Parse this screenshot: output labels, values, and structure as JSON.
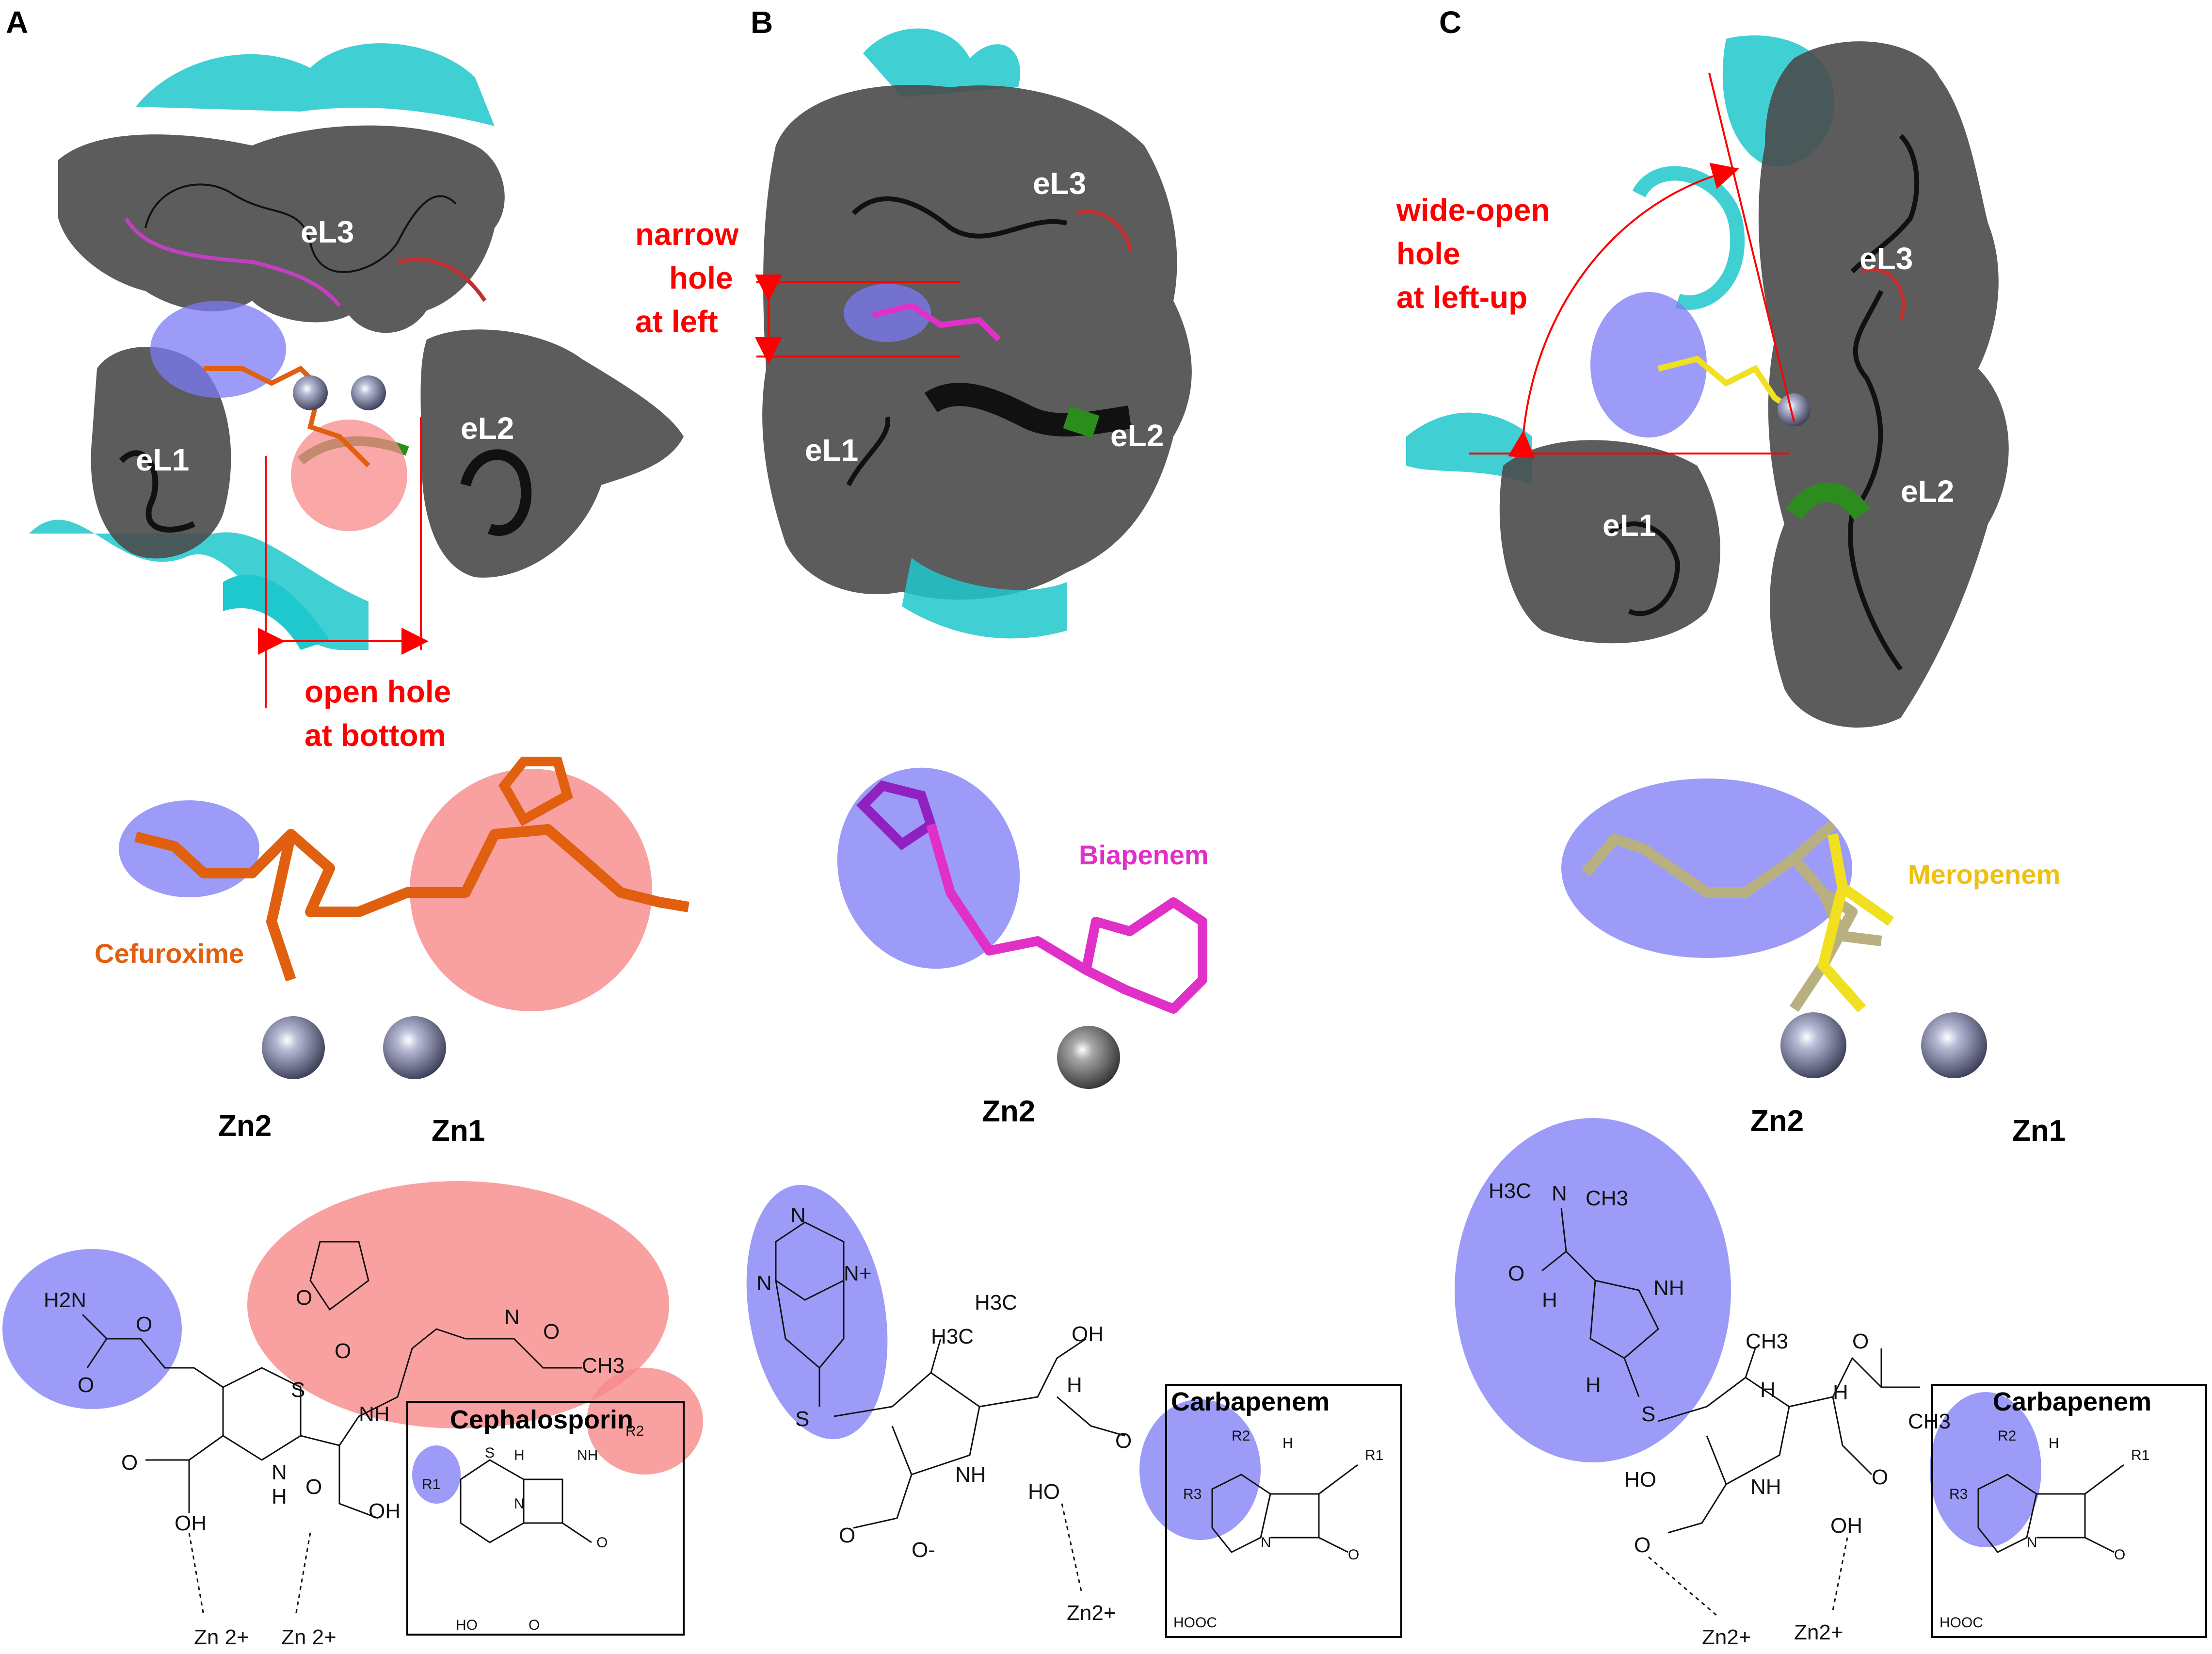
{
  "panels": {
    "a": {
      "letter": "A",
      "loops": {
        "el1": "eL1",
        "el2": "eL2",
        "el3": "eL3"
      },
      "note_line1": "open hole",
      "note_line2": "at bottom",
      "drug_name": "Cefuroxime",
      "zn_left": "Zn2",
      "zn_right": "Zn1",
      "core_title": "Cephalosporin",
      "chem": {
        "h2n": "H2N",
        "o": "O",
        "s": "S",
        "n": "N",
        "nh": "NH",
        "h": "H",
        "ch3": "CH3",
        "oh": "OH",
        "zn_charge": "Zn 2+"
      },
      "core_chem": {
        "r1": "R1",
        "r2": "R2",
        "s": "S",
        "h": "H",
        "nh": "NH",
        "n": "N",
        "o": "O",
        "ho": "HO",
        "oh": "O"
      }
    },
    "b": {
      "letter": "B",
      "loops": {
        "el1": "eL1",
        "el2": "eL2",
        "el3": "eL3"
      },
      "note_line1": "narrow",
      "note_line2": "hole",
      "note_line3": "at left",
      "drug_name": "Biapenem",
      "zn_left": "Zn2",
      "core_title": "Carbapenem",
      "chem": {
        "n": "N",
        "nplus": "N+",
        "s": "S",
        "h3c": "H3C",
        "oh": "OH",
        "h": "H",
        "nh": "NH",
        "o": "O",
        "ominus": "O-",
        "ho": "HO",
        "zn_charge": "Zn2+"
      },
      "core_chem": {
        "r1": "R1",
        "r2": "R2",
        "r3": "R3",
        "h": "H",
        "n": "N",
        "o": "O",
        "hooc": "HOOC"
      }
    },
    "c": {
      "letter": "C",
      "loops": {
        "el1": "eL1",
        "el2": "eL2",
        "el3": "eL3"
      },
      "note_line1": "wide-open",
      "note_line2": "hole",
      "note_line3": "at left-up",
      "drug_name": "Meropenem",
      "zn_left": "Zn2",
      "zn_right": "Zn1",
      "core_title": "Carbapenem",
      "chem": {
        "h3c": "H3C",
        "n": "N",
        "ch3": "CH3",
        "o": "O",
        "h": "H",
        "nh": "NH",
        "s": "S",
        "ho": "HO",
        "oh": "OH",
        "zn_charge": "Zn2+"
      },
      "core_chem": {
        "r1": "R1",
        "r2": "R2",
        "r3": "R3",
        "h": "H",
        "n": "N",
        "o": "O",
        "hooc": "HOOC"
      }
    }
  },
  "colors": {
    "protein_cartoon": "#1fc8cc",
    "surface": "#4a4a4a",
    "loop": "#111111",
    "blue_highlight": "#7b7bf5",
    "red_highlight": "#f78a8a",
    "note_red": "#ff0000",
    "zinc": "#7d80a0",
    "zinc_grey": "#808080",
    "cefuroxime": "#e06010",
    "biapenem": "#e030c8",
    "meropenem": "#f0e020"
  }
}
